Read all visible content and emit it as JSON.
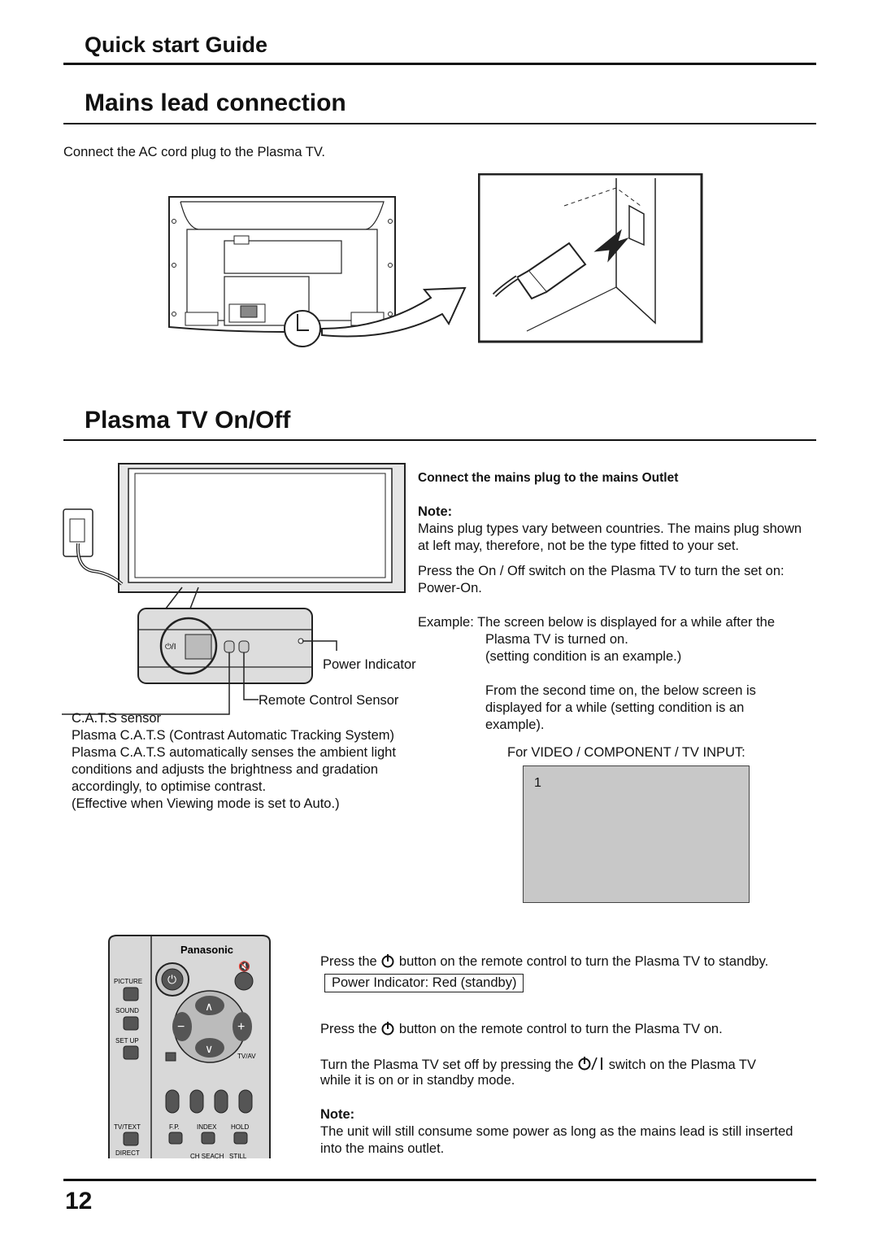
{
  "header": {
    "guide_title": "Quick start Guide"
  },
  "mains": {
    "title": "Mains lead connection",
    "instruction": "Connect the AC cord plug to the Plasma TV."
  },
  "onoff": {
    "title": "Plasma TV On/Off",
    "connect_heading": "Connect the mains plug to the mains Outlet",
    "note_label": "Note:",
    "note_text": "Mains plug types vary between countries. The mains plug shown at left may, therefore, not be the type fitted to your set.",
    "press_onoff": "Press the On / Off switch on the Plasma TV to turn the set on:",
    "power_on": "Power-On.",
    "example_line1": "Example: The screen below is displayed for a while after the",
    "example_line2": "Plasma TV is turned on.",
    "example_line3": "(setting condition is an example.)",
    "second_time_1": "From the second time on, the below screen is",
    "second_time_2": "displayed for a while (setting condition is an",
    "second_time_3": "example).",
    "for_input": "For VIDEO / COMPONENT / TV INPUT:",
    "screen_value": "1",
    "power_indicator": "Power Indicator",
    "remote_sensor": "Remote Control Sensor",
    "cats_sensor": "C.A.T.S sensor",
    "cats_desc_1": "Plasma C.A.T.S (Contrast Automatic Tracking System)",
    "cats_desc_2": "Plasma C.A.T.S automatically senses the ambient light",
    "cats_desc_3": "conditions and adjusts the brightness and gradation",
    "cats_desc_4": "accordingly, to optimise contrast.",
    "cats_desc_5": "(Effective when Viewing mode is set to Auto.)",
    "switch_label": "⏻/I"
  },
  "remote": {
    "brand": "Panasonic",
    "labels": [
      "PICTURE",
      "SOUND",
      "SET UP",
      "TV/AV",
      "TV/TEXT",
      "F.P.",
      "INDEX",
      "HOLD",
      "DIRECT",
      "CH SEACH",
      "STILL"
    ],
    "standby_pre": "Press the",
    "standby_post": "button on the remote control to turn the Plasma TV to standby.",
    "indicator_red": "Power Indicator: Red (standby)",
    "on_pre": "Press the",
    "on_post": "button on the remote control to turn the Plasma TV on.",
    "off_pre": "Turn the Plasma TV set off by pressing the",
    "off_post": "switch on the Plasma TV",
    "off_line2": "while it is on or in standby mode.",
    "note_label": "Note:",
    "note_line1": "The unit will still consume some power as long as the mains lead is still inserted",
    "note_line2": "into the mains outlet."
  },
  "page_number": "12"
}
